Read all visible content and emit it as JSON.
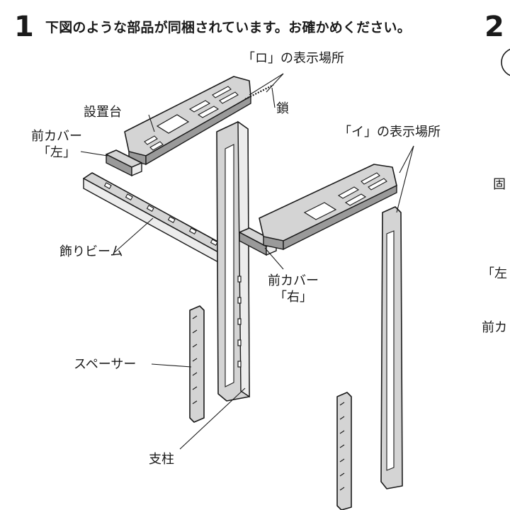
{
  "step1": {
    "number": "1",
    "heading": "下図のような部品が同梱されています。お確かめください。"
  },
  "step2": {
    "number": "2",
    "partial_labels": [
      "固",
      "「左",
      "前カ"
    ]
  },
  "parts": {
    "ro_location": "「ロ」の表示場所",
    "chain": "鎖",
    "stand": "設置台",
    "front_cover_left_line1": "前カバー",
    "front_cover_left_line2": "「左」",
    "i_location": "「イ」の表示場所",
    "decorative_beam": "飾りビーム",
    "front_cover_right_line1": "前カバー",
    "front_cover_right_line2": "「右」",
    "spacer": "スペーサー",
    "pillar": "支柱"
  }
}
